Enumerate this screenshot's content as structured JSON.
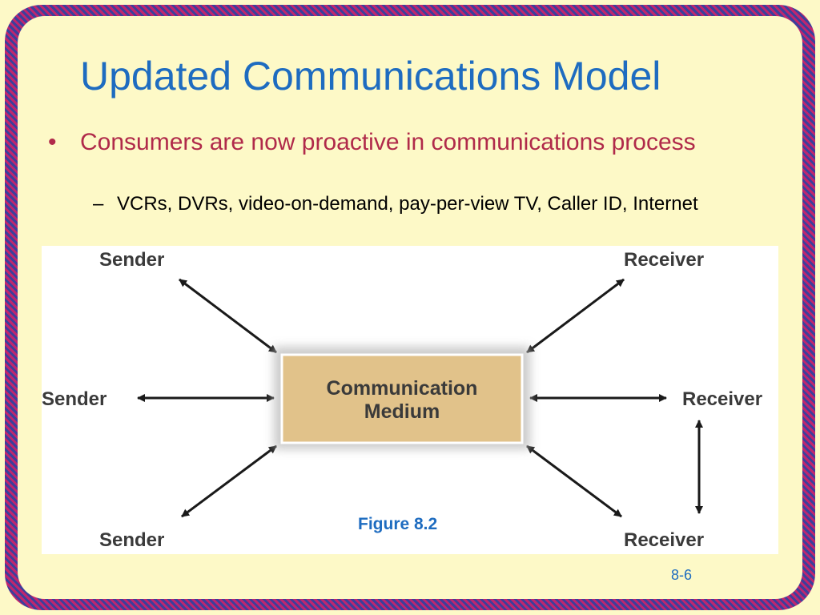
{
  "slide": {
    "title": "Updated Communications Model",
    "bullet_main": "Consumers are now proactive in communications process",
    "bullet_sub": "VCRs, DVRs, video-on-demand, pay-per-view TV, Caller ID, Internet",
    "slide_number": "8-6"
  },
  "diagram": {
    "center_line1": "Communication",
    "center_line2": "Medium",
    "sender_top": "Sender",
    "sender_mid": "Sender",
    "sender_bottom": "Sender",
    "receiver_top": "Receiver",
    "receiver_mid": "Receiver",
    "receiver_bottom": "Receiver",
    "caption": "Figure 8.2",
    "colors": {
      "medium_fill": "#e1c28a",
      "arrow": "#1a1a1a",
      "title": "#1e6cc0",
      "bullet": "#b02a4a"
    }
  }
}
